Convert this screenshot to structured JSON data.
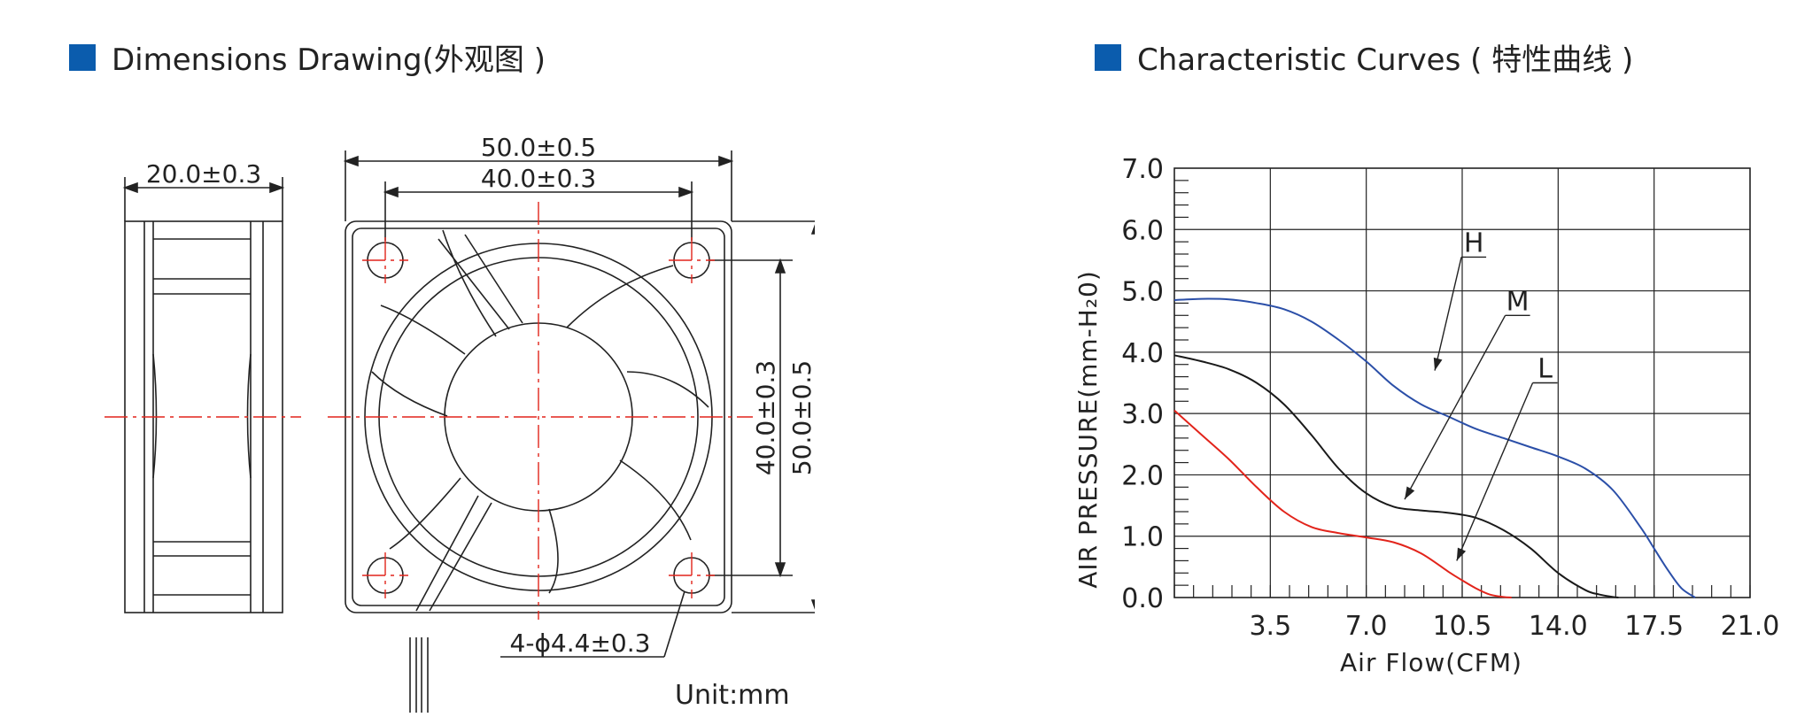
{
  "left": {
    "title": "Dimensions Drawing(外观图 )",
    "unit_label": "Unit:mm",
    "dims": {
      "side_width": "20.0±0.3",
      "front_width": "50.0±0.5",
      "hole_spacing_h": "40.0±0.3",
      "hole_spacing_v": "40.0±0.3",
      "front_height": "50.0±0.5",
      "holes": "4-ϕ4.4±0.3"
    }
  },
  "right": {
    "title": "Characteristic Curves ( 特性曲线 )"
  },
  "chart_data": {
    "type": "line",
    "title": "",
    "xlabel": "Air Flow(CFM)",
    "ylabel": "AIR PRESSURE(mm-H₂0)",
    "xlim": [
      0,
      21.0
    ],
    "ylim": [
      0,
      7.0
    ],
    "xticks": [
      "3.5",
      "7.0",
      "10.5",
      "14.0",
      "17.5",
      "21.0"
    ],
    "yticks": [
      "0.0",
      "1.0",
      "2.0",
      "3.0",
      "4.0",
      "5.0",
      "6.0",
      "7.0"
    ],
    "grid": true,
    "series": [
      {
        "name": "H",
        "color": "#2b4fa8",
        "x": [
          0,
          1,
          2,
          3,
          4,
          5,
          6,
          7,
          8,
          9,
          10,
          11,
          12,
          13,
          14,
          15,
          16,
          17,
          17.5,
          18,
          18.5,
          19.0
        ],
        "y": [
          4.85,
          4.87,
          4.86,
          4.8,
          4.7,
          4.5,
          4.2,
          3.85,
          3.45,
          3.15,
          2.95,
          2.75,
          2.6,
          2.45,
          2.3,
          2.1,
          1.75,
          1.15,
          0.8,
          0.45,
          0.15,
          0.0
        ]
      },
      {
        "name": "M",
        "color": "#1a1a1a",
        "x": [
          0,
          1,
          2,
          3,
          4,
          5,
          6,
          7,
          8,
          9,
          10,
          11,
          12,
          13,
          14,
          15,
          15.5,
          16.0,
          16.2
        ],
        "y": [
          3.95,
          3.85,
          3.72,
          3.5,
          3.15,
          2.65,
          2.1,
          1.7,
          1.48,
          1.42,
          1.38,
          1.3,
          1.1,
          0.8,
          0.4,
          0.12,
          0.05,
          0.01,
          0.0
        ]
      },
      {
        "name": "L",
        "color": "#e2241b",
        "x": [
          0,
          1,
          2,
          3,
          4,
          5,
          6,
          7,
          8,
          9,
          10,
          10.5,
          11,
          11.5,
          12.0,
          12.3
        ],
        "y": [
          3.05,
          2.65,
          2.25,
          1.8,
          1.4,
          1.15,
          1.05,
          0.98,
          0.9,
          0.72,
          0.42,
          0.28,
          0.15,
          0.05,
          0.01,
          0.0
        ]
      }
    ],
    "annotations": [
      {
        "label": "H",
        "series": "H"
      },
      {
        "label": "M",
        "series": "M"
      },
      {
        "label": "L",
        "series": "L"
      }
    ]
  }
}
